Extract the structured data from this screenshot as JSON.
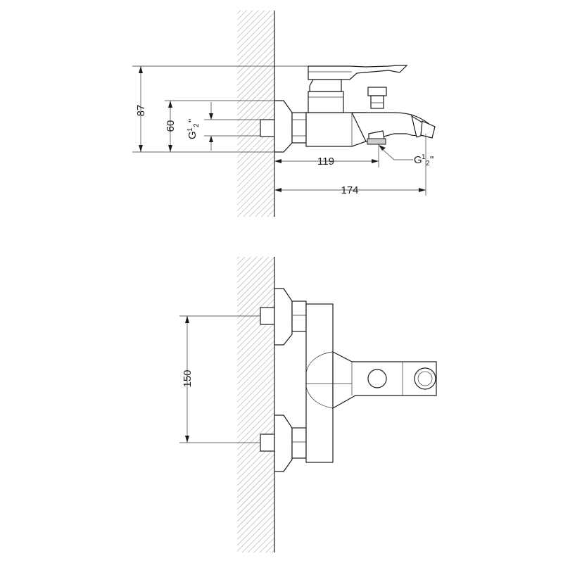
{
  "dimensions": {
    "side_view": {
      "height_overall": "87",
      "inlet_height": "60",
      "projection_spout": "119",
      "projection_total": "174"
    },
    "front_view": {
      "inlet_spacing": "150"
    }
  },
  "threads": {
    "inlet": {
      "main": "G",
      "sup": "1",
      "sub": "2",
      "mark": "\""
    },
    "outlet": {
      "main": "G",
      "sup": "1",
      "sub": "2",
      "mark": "\""
    }
  }
}
